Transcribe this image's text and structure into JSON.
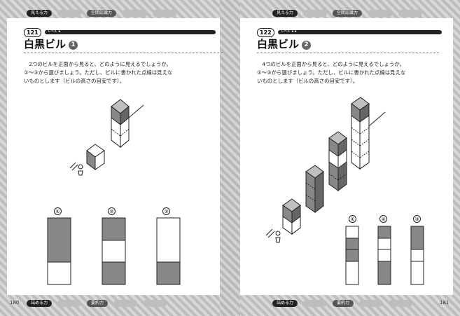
{
  "nav": {
    "top_left": [
      "見える力",
      "",
      "空間認識力",
      "",
      ""
    ],
    "top_right": [
      "見える力",
      "",
      "空間認識力",
      "",
      ""
    ],
    "bottom_left": [
      "詰める力",
      "",
      "要約力",
      "",
      ""
    ],
    "bottom_right": [
      "詰める力",
      "",
      "要約力",
      "",
      ""
    ]
  },
  "left": {
    "number": "121",
    "level": "レベル ★",
    "title": "白黒ビル",
    "title_num": "1",
    "instruction": [
      "　2つのビルを正面から見ると、どのように見えるでしょうか。",
      "①～③から選びましょう。ただし、ビルに書かれた点線は見えな",
      "いものとします（ビルの高さの目安です）。"
    ],
    "options": [
      "①",
      "②",
      "③"
    ],
    "page_number": "180"
  },
  "right": {
    "number": "122",
    "level": "レベル ★★",
    "title": "白黒ビル",
    "title_num": "2",
    "instruction": [
      "　4つのビルを正面から見ると、どのように見えるでしょうか。",
      "①～③から選びましょう。ただし、ビルに書かれた点線は見えな",
      "いものとします（ビルの高さの目安です）。"
    ],
    "options": [
      "①",
      "②",
      "③"
    ],
    "page_number": "181"
  },
  "colors": {
    "dark_cell": "#8a8a8a",
    "light_cell": "#ffffff",
    "outline": "#222222"
  }
}
